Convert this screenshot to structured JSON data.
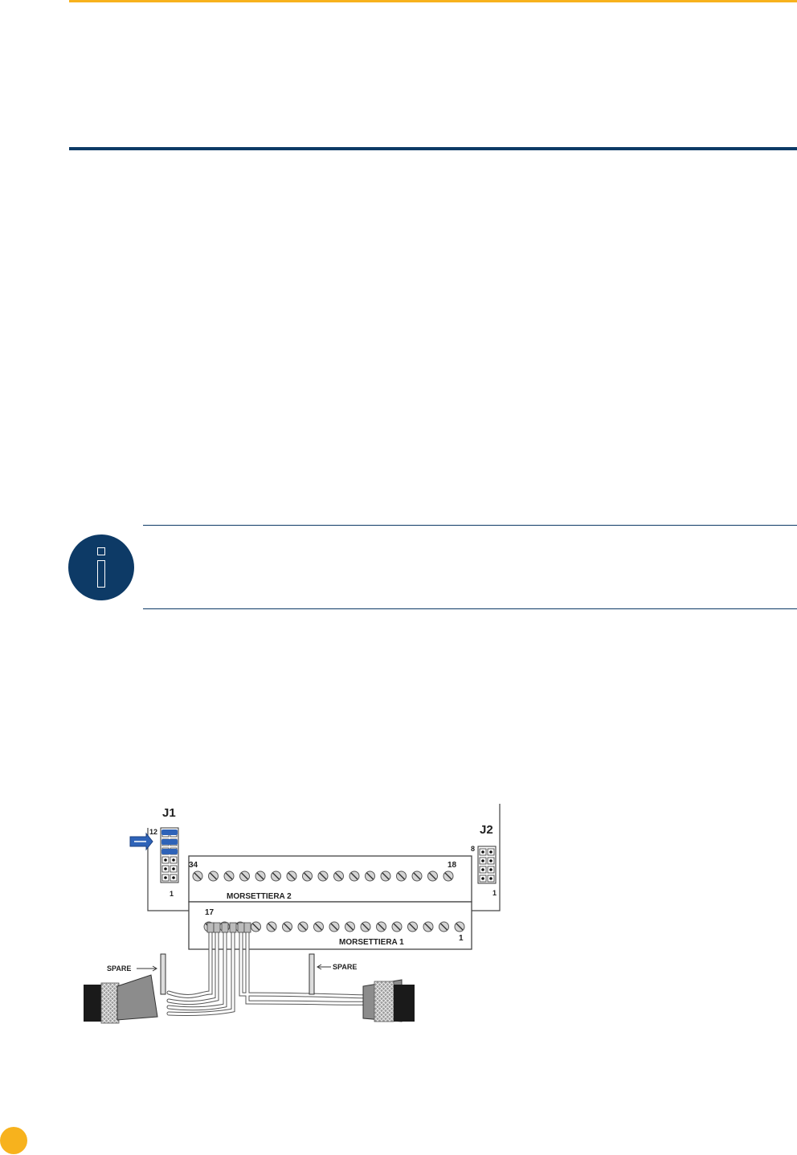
{
  "page": {
    "accent_color": "#f7b21d",
    "brand_color": "#0d3a66"
  },
  "note": {
    "icon": "info-icon"
  },
  "diagram": {
    "j1_label": "J1",
    "j1_pin_top": "12",
    "j1_pin_bottom": "1",
    "j2_label": "J2",
    "j2_pin_top": "8",
    "j2_pin_bottom": "1",
    "tb2_start": "34",
    "tb2_end": "18",
    "tb2_label": "MORSETTIERA 2",
    "tb1_start": "17",
    "tb1_end": "1",
    "tb1_label": "MORSETTIERA 1",
    "spare_left": "SPARE",
    "spare_right": "SPARE"
  }
}
